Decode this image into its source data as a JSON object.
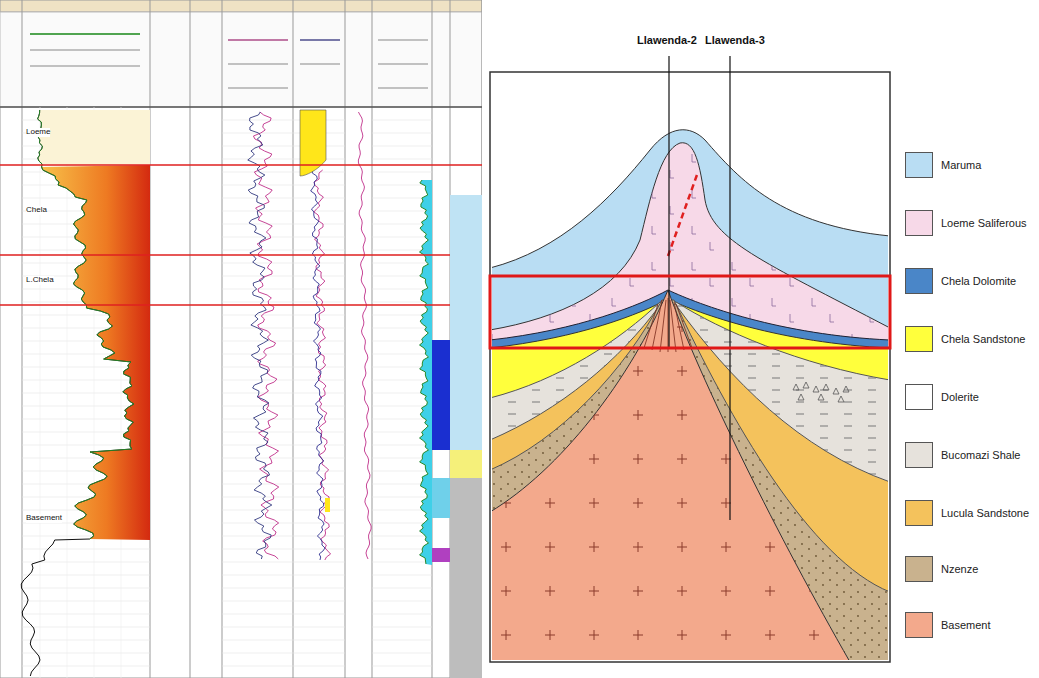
{
  "diagram": {
    "labels": [
      "Loeme",
      "Chela",
      "L.Chela",
      "Basement",
      "Llawenda-2",
      "Llawenda-3"
    ],
    "legend": [
      {
        "text": "Maruma",
        "color": "#b9ddf3"
      },
      {
        "text": "Loeme Saliferous",
        "color": "#f7d9e8"
      },
      {
        "text": "Chela Dolomite",
        "color": "#4a86c8"
      },
      {
        "text": "Chela Sandstone",
        "color": "#ffff3c"
      },
      {
        "text": "Dolerite",
        "color": "#ffffff"
      },
      {
        "text": "Bucomazi Shale",
        "color": "#e6e2dc"
      },
      {
        "text": "Lucula Sandstone",
        "color": "#f4c25c"
      },
      {
        "text": "Nzenze",
        "color": "#c9b28e"
      },
      {
        "text": "Basement",
        "color": "#f3a98c"
      }
    ]
  }
}
